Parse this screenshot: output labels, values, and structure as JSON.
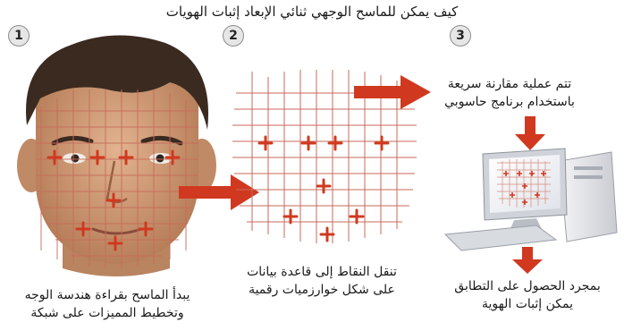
{
  "title": "كيف يمكن للماسح الوجهي ثنائي الإبعاد إثبات الهويات",
  "steps": [
    {
      "number": "1",
      "caption_line1": "يبدأ الماسح بقراءة هندسة الوجه",
      "caption_line2": "وتخطيط المميزات على شبكة"
    },
    {
      "number": "2",
      "caption_line1": "تنقل النقاط إلى قاعدة بيانات",
      "caption_line2": "على شكل خوارزميات رقمية"
    },
    {
      "number": "3",
      "caption_line1": "تتم عملية مقارنة سريعة",
      "caption_line2": "باستخدام برنامج حاسوبي"
    }
  ],
  "result": {
    "line1": "بمجرد الحصول على التطابق",
    "line2": "يمكن إثبات الهوية"
  },
  "colors": {
    "accent": "#d0391f",
    "grid": "#c96a5a",
    "skin": "#c99470",
    "hair": "#3b2a20"
  }
}
